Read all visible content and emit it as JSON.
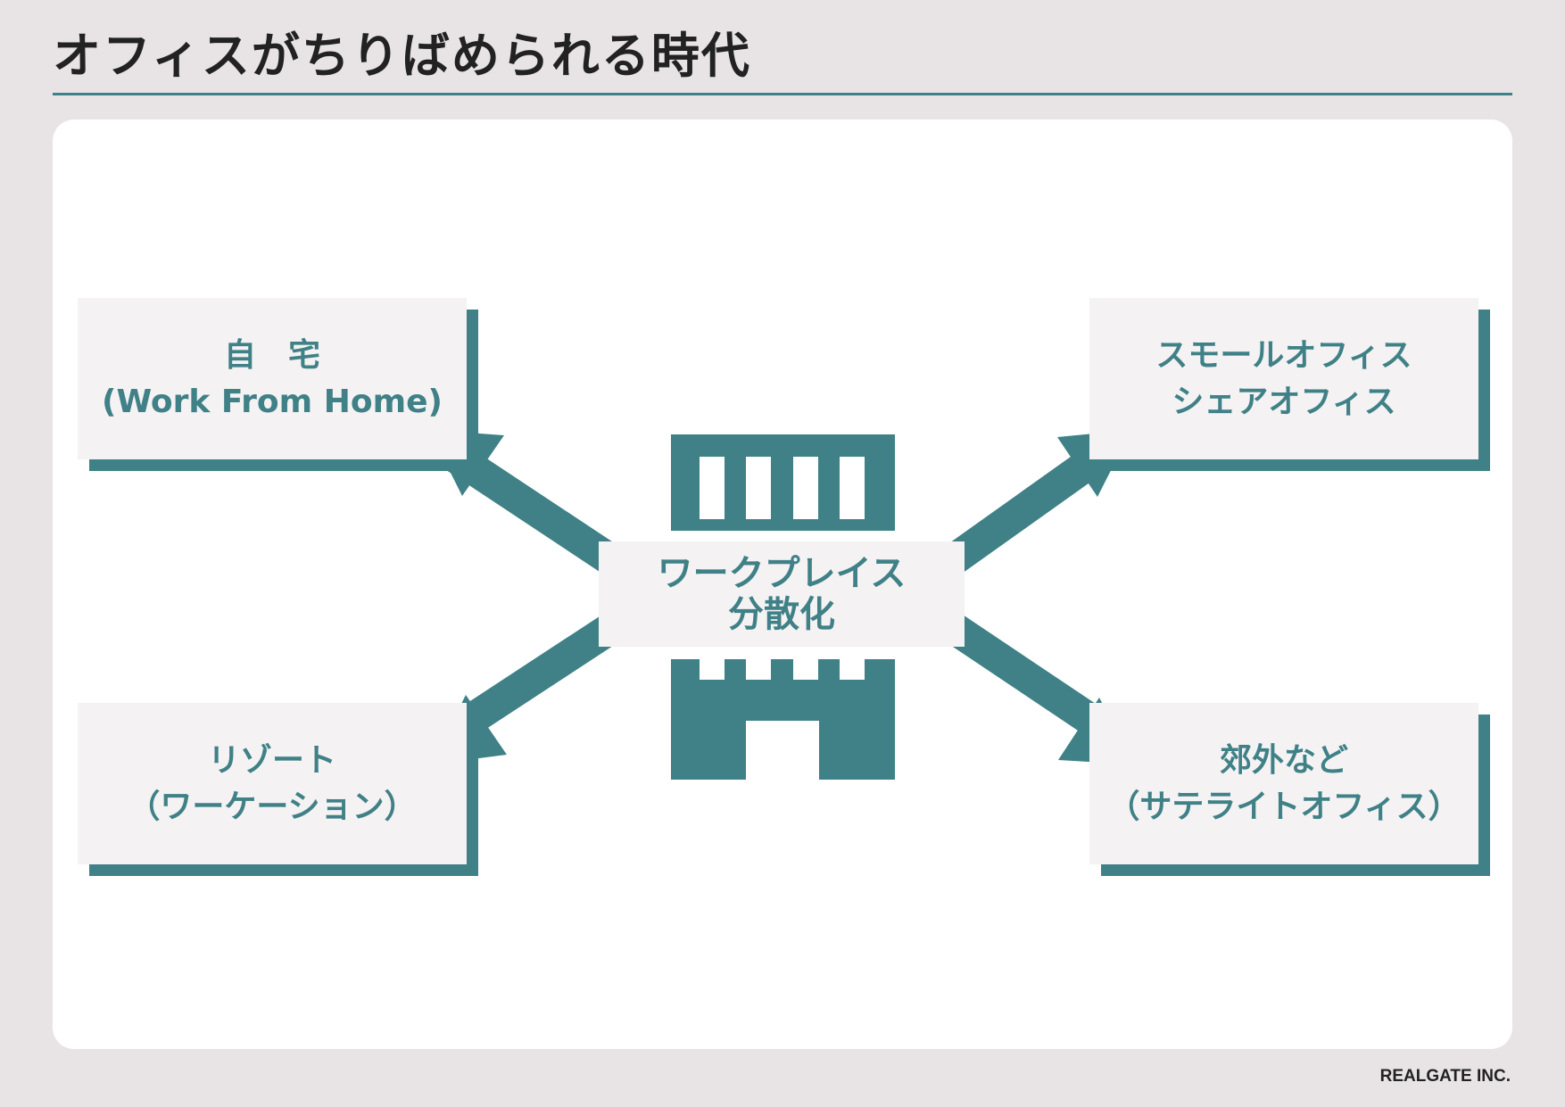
{
  "header": {
    "title": "オフィスがちりばめられる時代"
  },
  "center": {
    "line1": "ワークプレイス",
    "line2": "分散化"
  },
  "cards": {
    "top_left": {
      "line1": "自　宅",
      "line2": "(Work From Home)"
    },
    "top_right": {
      "line1": "スモールオフィス",
      "line2": "シェアオフィス"
    },
    "bottom_left": {
      "line1": "リゾート",
      "line2": "（ワーケーション）"
    },
    "bottom_right": {
      "line1": "郊外など",
      "line2": "（サテライトオフィス）"
    }
  },
  "footer": {
    "company": "REALGATE INC."
  },
  "colors": {
    "accent": "#3f8186",
    "card_bg": "#f4f2f3",
    "page_bg": "#e8e4e5",
    "title": "#222222"
  },
  "icons": {
    "center": "office-building-icon"
  }
}
